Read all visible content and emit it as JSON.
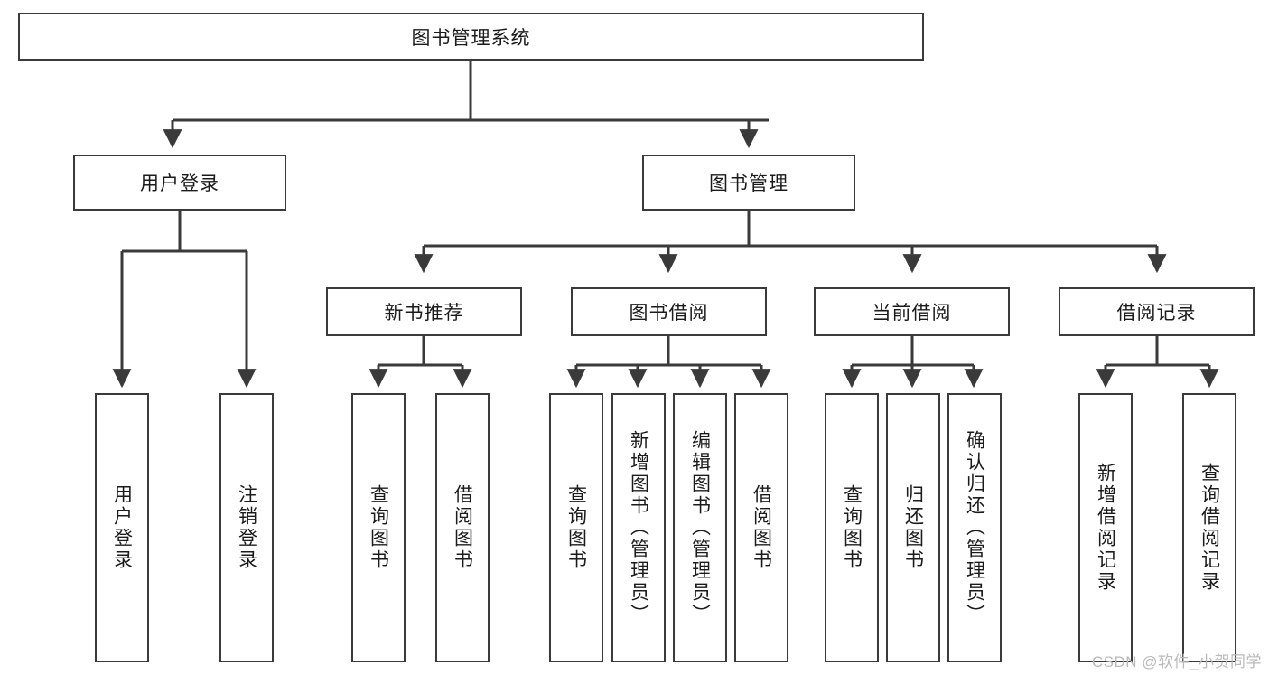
{
  "diagram": {
    "title": "图书管理系统",
    "watermark": "CSDN @软件_小贺同学",
    "colors": {
      "stroke": "#3a3a3a",
      "fill": "#ffffff",
      "text": "#1b1b1b",
      "watermark": "#b9b9b9"
    },
    "levels": {
      "root": {
        "label": "图书管理系统"
      },
      "level2": [
        {
          "label": "用户登录"
        },
        {
          "label": "图书管理"
        }
      ],
      "level3": [
        {
          "label": "新书推荐"
        },
        {
          "label": "图书借阅"
        },
        {
          "label": "当前借阅"
        },
        {
          "label": "借阅记录"
        }
      ],
      "leaves": [
        {
          "label": "用户登录",
          "parent": "用户登录"
        },
        {
          "label": "注销登录",
          "parent": "用户登录"
        },
        {
          "label": "查询图书",
          "parent": "新书推荐"
        },
        {
          "label": "借阅图书",
          "parent": "新书推荐"
        },
        {
          "label": "查询图书",
          "parent": "图书借阅"
        },
        {
          "label": "新增图书（管理员）",
          "parent": "图书借阅"
        },
        {
          "label": "编辑图书（管理员）",
          "parent": "图书借阅"
        },
        {
          "label": "借阅图书",
          "parent": "图书借阅"
        },
        {
          "label": "查询图书",
          "parent": "当前借阅"
        },
        {
          "label": "归还图书",
          "parent": "当前借阅"
        },
        {
          "label": "确认归还（管理员）",
          "parent": "当前借阅"
        },
        {
          "label": "新增借阅记录",
          "parent": "借阅记录"
        },
        {
          "label": "查询借阅记录",
          "parent": "借阅记录"
        }
      ]
    }
  }
}
